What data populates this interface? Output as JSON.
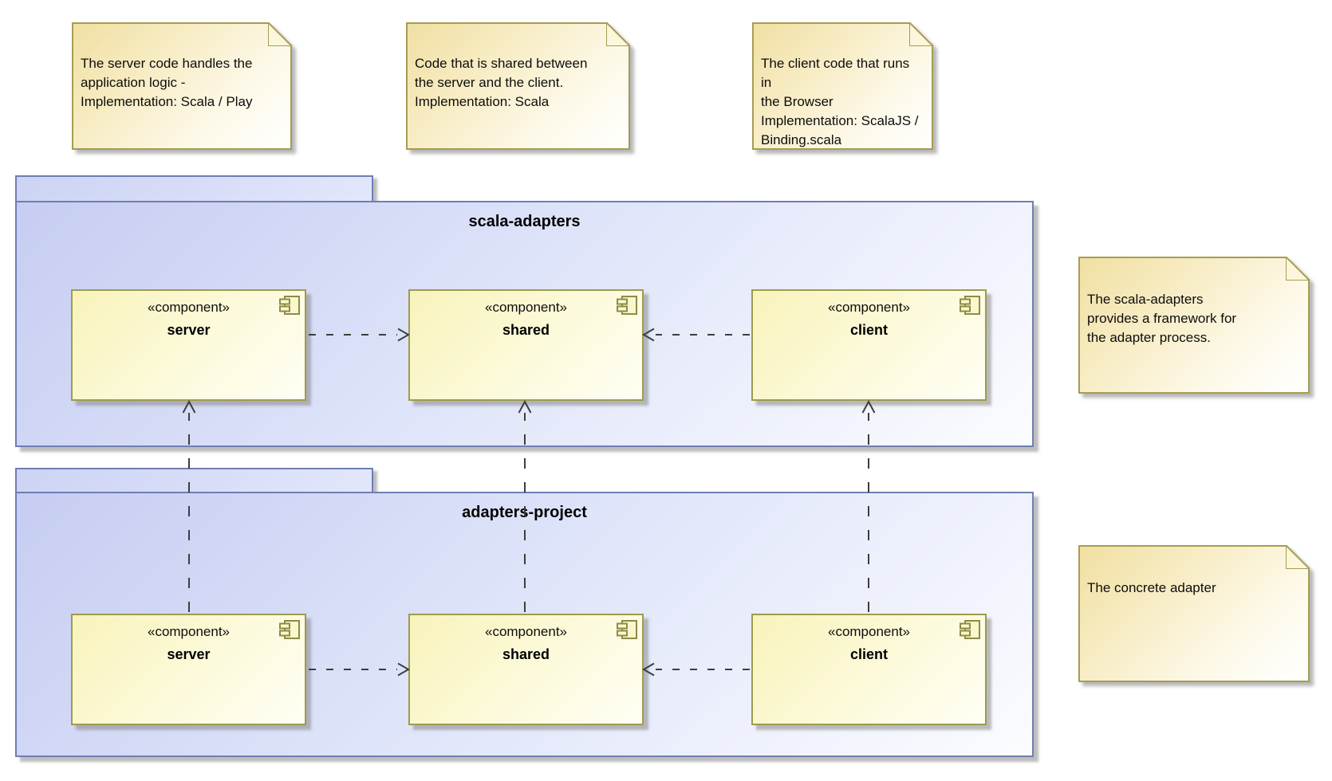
{
  "diagram_type": "UML component diagram",
  "notes": [
    {
      "text": "The server code handles the\napplication logic -\nImplementation: Scala / Play"
    },
    {
      "text": "Code that is shared between\nthe server and the client.\nImplementation: Scala"
    },
    {
      "text": "The client code that runs in\nthe Browser\nImplementation: ScalaJS /\nBinding.scala"
    },
    {
      "text": "The scala-adapters\nprovides a framework for\nthe adapter process."
    },
    {
      "text": "The concrete adapter"
    }
  ],
  "packages": [
    {
      "name": "scala-adapters",
      "components": [
        {
          "stereotype": "«component»",
          "name": "server"
        },
        {
          "stereotype": "«component»",
          "name": "shared"
        },
        {
          "stereotype": "«component»",
          "name": "client"
        }
      ]
    },
    {
      "name": "adapters-project",
      "components": [
        {
          "stereotype": "«component»",
          "name": "server"
        },
        {
          "stereotype": "«component»",
          "name": "shared"
        },
        {
          "stereotype": "«component»",
          "name": "client"
        }
      ]
    }
  ],
  "relations": [
    {
      "from": "scala-adapters/server",
      "to": "scala-adapters/shared",
      "type": "dashed-dependency"
    },
    {
      "from": "scala-adapters/client",
      "to": "scala-adapters/shared",
      "type": "dashed-dependency"
    },
    {
      "from": "adapters-project/server",
      "to": "adapters-project/shared",
      "type": "dashed-dependency"
    },
    {
      "from": "adapters-project/client",
      "to": "adapters-project/shared",
      "type": "dashed-dependency"
    },
    {
      "from": "adapters-project/server",
      "to": "scala-adapters/server",
      "type": "dashed-dependency"
    },
    {
      "from": "adapters-project/shared",
      "to": "scala-adapters/shared",
      "type": "dashed-dependency"
    },
    {
      "from": "adapters-project/client",
      "to": "scala-adapters/client",
      "type": "dashed-dependency"
    }
  ],
  "colors": {
    "note_fill_start": "#F1E0A3",
    "note_fill_end": "#FFFFFF",
    "note_border": "#A59D52",
    "package_fill_start": "#C6CDF1",
    "package_fill_end": "#FBFCFF",
    "package_border": "#6F7EB2",
    "component_fill_start": "#F8F3BB",
    "component_fill_end": "#FFFEF4",
    "component_border": "#9C9C4E",
    "icon_stroke": "#8C8C46",
    "arrow": "#3E3E3E",
    "shadow": "#7D7D7D",
    "background": "#FFFFFF"
  }
}
